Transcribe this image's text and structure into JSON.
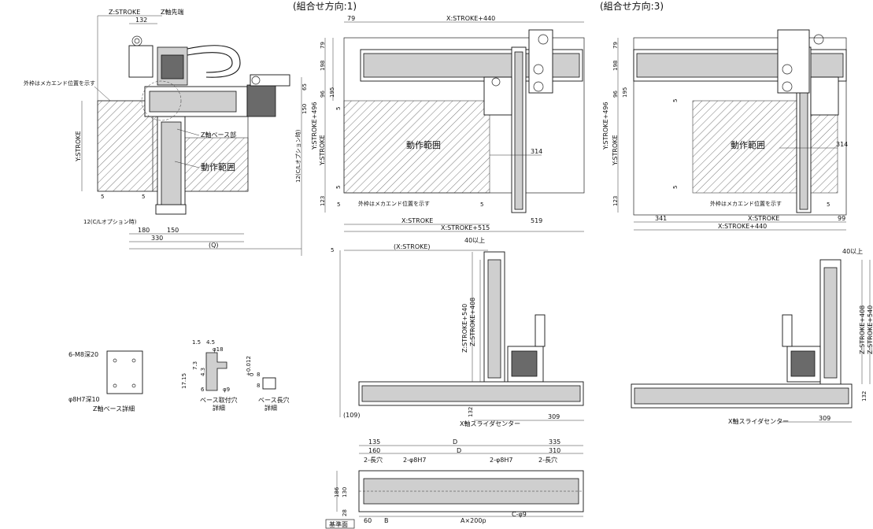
{
  "views": {
    "direction1_title": "(組合せ方向:1)",
    "direction3_title": "(組合せ方向:3)"
  },
  "left_view": {
    "z_stroke": "Z:STROKE",
    "z_tip": "Z軸先端",
    "outer_frame_note": "外枠はメカエンド位置を示す",
    "y_stroke": "Y:STROKE",
    "operating_range": "動作範囲",
    "z_base": "Z軸ベース部",
    "cl_option_12": "12(C/Lオプション時)",
    "cl_option_12b": "12(C/Lオプション時)",
    "dim_132": "132",
    "dim_65": "65",
    "dim_150a": "150",
    "dim_5a": "5",
    "dim_5b": "5",
    "dim_180": "180",
    "dim_150b": "150",
    "dim_330": "330",
    "dim_q": "(Q)"
  },
  "view1_top": {
    "dim_79": "79",
    "x_stroke_440": "X:STROKE+440",
    "dim_79b": "79",
    "dim_198": "198",
    "dim_96": "96",
    "dim_195": "195",
    "y_stroke_496": "Y:STROKE+496",
    "y_stroke": "Y:STROKE",
    "dim_5a": "5",
    "operating_range": "動作範囲",
    "dim_314": "314",
    "dim_5b": "5",
    "dim_123": "123",
    "dim_5c": "5",
    "outer_frame_note": "外枠はメカエンド位置を示す",
    "dim_5d": "5",
    "x_stroke": "X:STROKE",
    "x_stroke_515": "X:STROKE+515",
    "dim_519": "519"
  },
  "view3_top": {
    "dim_79": "79",
    "dim_198": "198",
    "dim_96": "96",
    "dim_195": "195",
    "y_stroke_496": "Y:STROKE+496",
    "y_stroke": "Y:STROKE",
    "dim_5a": "5",
    "operating_range": "動作範囲",
    "dim_314": "314",
    "dim_5b": "5",
    "dim_123": "123",
    "outer_frame_note": "外枠はメカエンド位置を示す",
    "dim_5c": "5",
    "dim_341": "341",
    "x_stroke": "X:STROKE",
    "dim_99": "99",
    "x_stroke_440": "X:STROKE+440"
  },
  "view1_front": {
    "dim_5": "5",
    "x_stroke_paren": "(X:STROKE)",
    "dim_40": "40以上",
    "z_stroke_540": "Z:STROKE+540",
    "z_stroke_408": "Z:STROKE+408",
    "dim_109": "(109)",
    "dim_132": "132",
    "x_slider_center": "X軸スライダセンター",
    "dim_309": "309"
  },
  "view3_front": {
    "dim_40": "40以上",
    "z_stroke_408": "Z:STROKE+408",
    "z_stroke_540": "Z:STROKE+540",
    "dim_132": "132",
    "x_slider_center": "X軸スライダセンター",
    "dim_309": "309"
  },
  "details": {
    "m8": "6-M8深20",
    "h7": "φ8H7深10",
    "z_base_detail": "Z軸ベース詳細",
    "d15": "1.5",
    "d45": "4.5",
    "phi18": "φ18",
    "d73": "7.3",
    "d43": "4.3",
    "d1715": "17.15",
    "d6": "6",
    "phi9": "φ9",
    "base_hole": "ベース取付穴",
    "base_hole2": "詳細",
    "tol": "+0.012",
    "tol0": "0",
    "d8a": "8",
    "d8b": "8",
    "long_hole": "ベース長穴",
    "long_hole2": "詳細"
  },
  "bottom_view": {
    "dim_135": "135",
    "dim_160": "160",
    "d_top": "D",
    "d_mid": "D",
    "dim_335": "335",
    "dim_310": "310",
    "slot_a": "2-長穴",
    "h7_a": "2-φ8H7",
    "h7_b": "2-φ8H7",
    "slot_b": "2-長穴",
    "dim_186": "186",
    "dim_130": "130",
    "dim_28": "28",
    "dim_60": "60",
    "b_label": "B",
    "pitch": "A×200p",
    "holes": "C-φ9",
    "datum": "基準面"
  }
}
